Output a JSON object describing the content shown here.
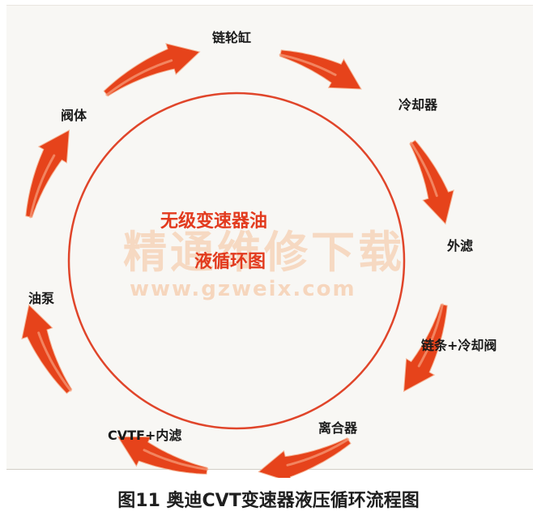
{
  "diagram": {
    "nodes": [
      {
        "id": "chain-wheel-cylinder",
        "label": "链轮缸"
      },
      {
        "id": "cooler",
        "label": "冷却器"
      },
      {
        "id": "external-filter",
        "label": "外滤"
      },
      {
        "id": "chain-cooling-valve",
        "label": "链条+冷却阀"
      },
      {
        "id": "clutch",
        "label": "离合器"
      },
      {
        "id": "cvtf-internal-filter",
        "label": "CVTF+内滤"
      },
      {
        "id": "oil-pump",
        "label": "油泵"
      },
      {
        "id": "valve-body",
        "label": "阀体"
      }
    ],
    "center": {
      "line1": "无级变速器油",
      "line2": "液循环图"
    },
    "watermark": {
      "text": "精通维修下载",
      "url": "www.gzweix.com"
    },
    "colors": {
      "circle": "#e0452a",
      "arrow_dark": "#e6431b",
      "arrow_light": "#f6a07e",
      "center_text": "#e23a1e",
      "watermark": "#f6c19a"
    }
  },
  "caption": "图11 奥迪CVT变速器液压循环流程图"
}
